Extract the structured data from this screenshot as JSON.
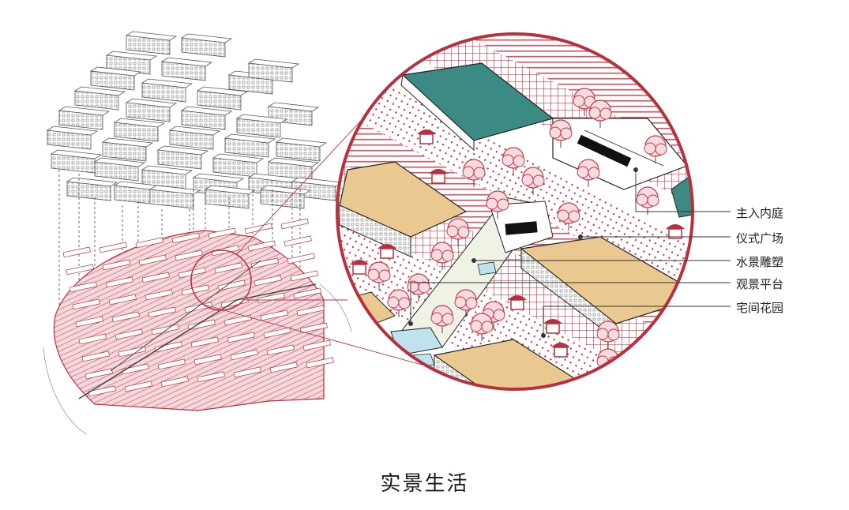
{
  "caption": "实景生活",
  "callouts": [
    {
      "id": "main-entrance-courtyard",
      "text": "主入内庭"
    },
    {
      "id": "ceremonial-plaza",
      "text": "仪式广场"
    },
    {
      "id": "water-sculpture",
      "text": "水景雕塑"
    },
    {
      "id": "viewing-platform",
      "text": "观景平台"
    },
    {
      "id": "garden-between-houses",
      "text": "宅间花园"
    }
  ],
  "colors": {
    "accent_red": "#b8303e",
    "pink_fill": "#f3d5d8",
    "roof_teal": "#3c8a84",
    "roof_tan": "#e9c98f",
    "water_blue": "#bfe3ec",
    "line_gray": "#555555"
  }
}
